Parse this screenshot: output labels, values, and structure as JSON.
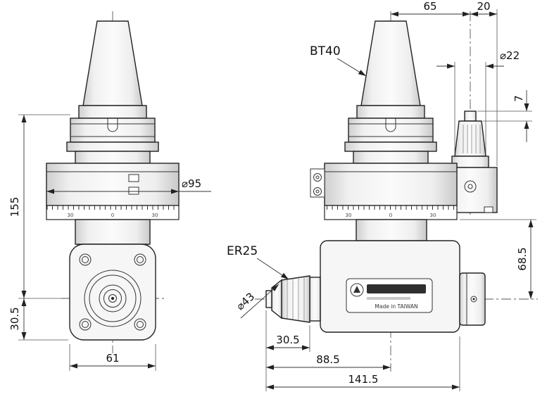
{
  "labels": {
    "bt40": "BT40",
    "er25": "ER25",
    "made_in": "Made in TAIWAN"
  },
  "dims": {
    "top_65": "65",
    "top_20": "20",
    "dia_22": "⌀22",
    "h_7": "7",
    "dia_95": "⌀95",
    "h_155": "155",
    "h_30_5": "30.5",
    "w_61": "61",
    "dia_43": "⌀43",
    "h_68_5": "68.5",
    "w_30_5": "30.5",
    "w_88_5": "88.5",
    "w_141_5": "141.5"
  },
  "scale_front": [
    "30",
    "0",
    "30"
  ],
  "scale_side": [
    "30",
    "0",
    "30"
  ],
  "colors": {
    "line": "#222222",
    "dim": "#333333",
    "background": "#ffffff"
  }
}
